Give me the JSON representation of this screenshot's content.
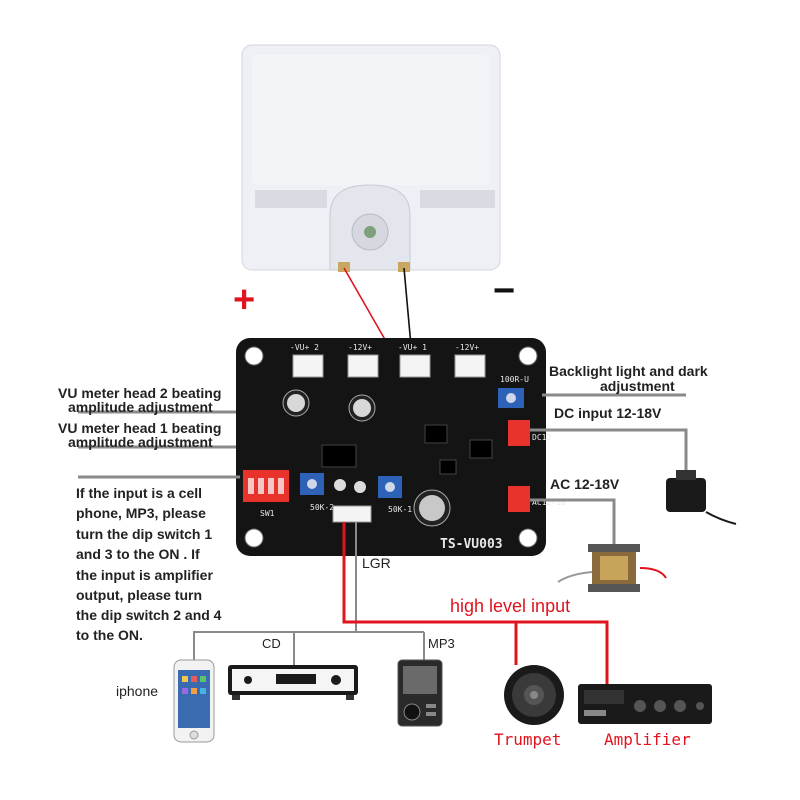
{
  "meter": {
    "plus_symbol": "+",
    "minus_symbol": "−"
  },
  "labels": {
    "backlight_line1": "Backlight light and dark",
    "backlight_line2": "adjustment",
    "vu2_line1": "VU meter head 2 beating",
    "vu2_line2": "amplitude adjustment",
    "vu1_line1": "VU meter head 1 beating",
    "vu1_line2": "amplitude adjustment",
    "dc_input": "DC input 12-18V",
    "ac_input": "AC 12-18V",
    "instructions": [
      "If the input is a cell",
      "phone, MP3, please",
      "turn the dip switch 1",
      "and 3 to the ON . If",
      "the input is amplifier",
      "output, please turn",
      "the dip switch 2 and 4",
      "to the ON."
    ],
    "lgr": "LGR",
    "high_level_input": "high level input",
    "cd": "CD",
    "mp3": "MP3",
    "iphone": "iphone",
    "trumpet": "Trumpet",
    "amplifier": "Amplifier"
  },
  "pcb": {
    "model": "TS-VU003",
    "connector_vu2": "-VU+ 2",
    "connector_12v_a": "-12V+",
    "connector_vu1": "-VU+ 1",
    "connector_12v_b": "-12V+",
    "pot_backlight": "100R-U",
    "pot_vu2": "50K-2",
    "pot_vu1": "50K-1",
    "dip_label": "SW1",
    "dc_jack": "DC12",
    "ac_jack": "AC12-18"
  },
  "colors": {
    "pcb": "#141414",
    "wire_red": "#e0141e",
    "wire_gray": "#8a8a8a",
    "connector_red": "#e8322c",
    "pot_blue": "#2e62b8"
  }
}
